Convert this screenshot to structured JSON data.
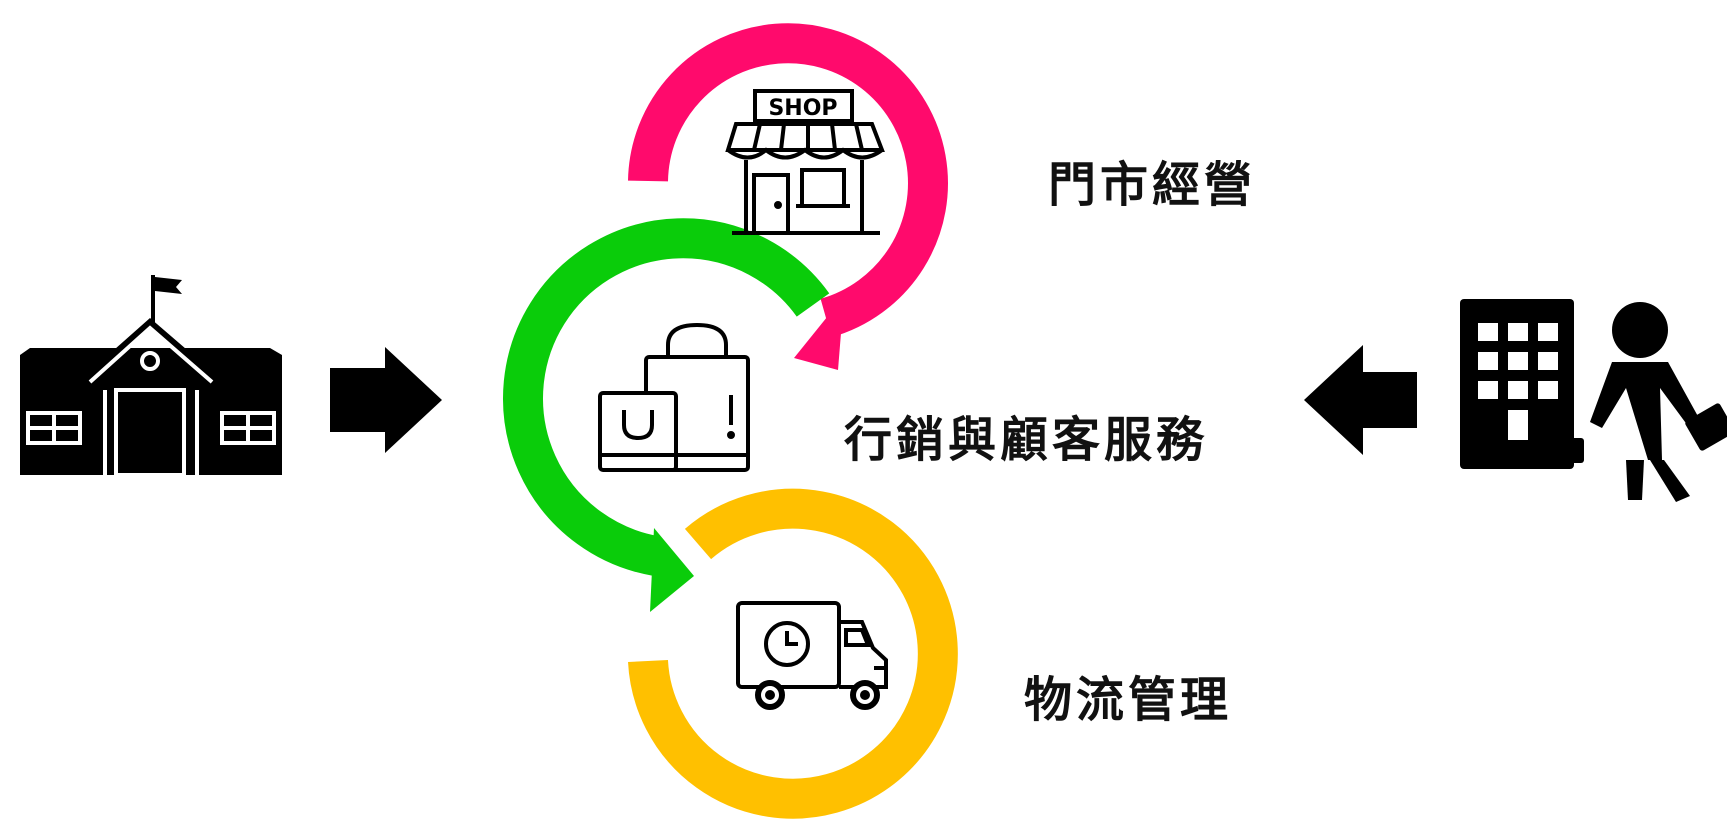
{
  "labels": {
    "store_operations": "門市經營",
    "marketing_service": "行銷與顧客服務",
    "logistics": "物流管理"
  },
  "icons": {
    "school": "school-icon",
    "shop": "shop-icon",
    "shopping_bags": "shopping-bags-icon",
    "delivery_truck": "delivery-truck-icon",
    "office_building": "office-building-icon",
    "businessman": "businessman-icon"
  },
  "shop_sign": "SHOP",
  "colors": {
    "store_ring": "#ff0a6c",
    "marketing_ring": "#0acc0a",
    "logistics_ring": "#ffc000",
    "icon": "#000000"
  }
}
